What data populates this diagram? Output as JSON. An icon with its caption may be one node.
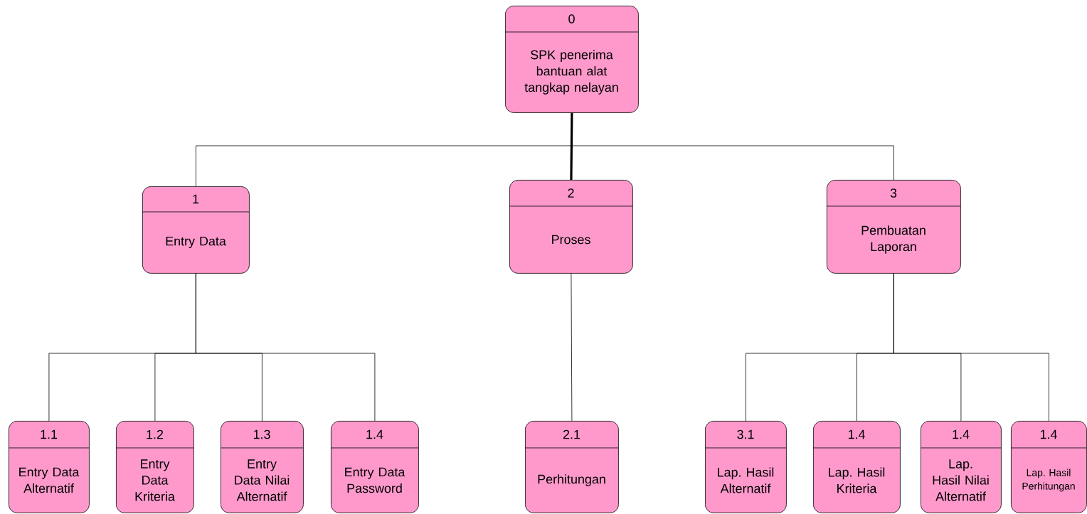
{
  "diagram": {
    "nodes": [
      {
        "text": [
          "0",
          "SPK penerima bantuan alat tangkap nelayan"
        ]
      },
      {
        "text": [
          "1",
          "Entry Data"
        ]
      },
      {
        "text": [
          "2",
          "Proses"
        ]
      },
      {
        "text": [
          "3",
          "Pembuatan Laporan"
        ]
      },
      {
        "text": [
          "1.1",
          "Entry Data Alternatif"
        ]
      },
      {
        "text": [
          "1.2",
          "Entry Data Kriteria"
        ]
      },
      {
        "text": [
          "1.3",
          "Entry Data Nilai Alternatif"
        ]
      },
      {
        "text": [
          "1.4",
          "Entry Data Password"
        ]
      },
      {
        "text": [
          "2.1",
          "Perhitungan"
        ]
      },
      {
        "text": [
          "3.1",
          "Lap. Hasil Alternatif"
        ]
      },
      {
        "text": [
          "1.4",
          "Lap. Hasil Kriteria"
        ]
      },
      {
        "text": [
          "1.4",
          "Lap. Hasil Nilai Alternatif"
        ]
      },
      {
        "text": [
          "1.4",
          "Lap. Hasil Perhitungan"
        ]
      }
    ],
    "edges": [
      {
        "from": 0,
        "to": 1,
        "arrow": "none"
      },
      {
        "from": 0,
        "to": 2,
        "arrow": "none",
        "style": "thick"
      },
      {
        "from": 0,
        "to": 3,
        "arrow": "none"
      },
      {
        "from": 1,
        "to": 4,
        "arrow": "none"
      },
      {
        "from": 1,
        "to": 5,
        "arrow": "none"
      },
      {
        "from": 1,
        "to": 6,
        "arrow": "none"
      },
      {
        "from": 1,
        "to": 7,
        "arrow": "none"
      },
      {
        "from": 2,
        "to": 8,
        "arrow": "none"
      },
      {
        "from": 3,
        "to": 9,
        "arrow": "none"
      },
      {
        "from": 3,
        "to": 10,
        "arrow": "none"
      },
      {
        "from": 3,
        "to": 11,
        "arrow": "none"
      },
      {
        "from": 3,
        "to": 12,
        "arrow": "none"
      }
    ]
  }
}
